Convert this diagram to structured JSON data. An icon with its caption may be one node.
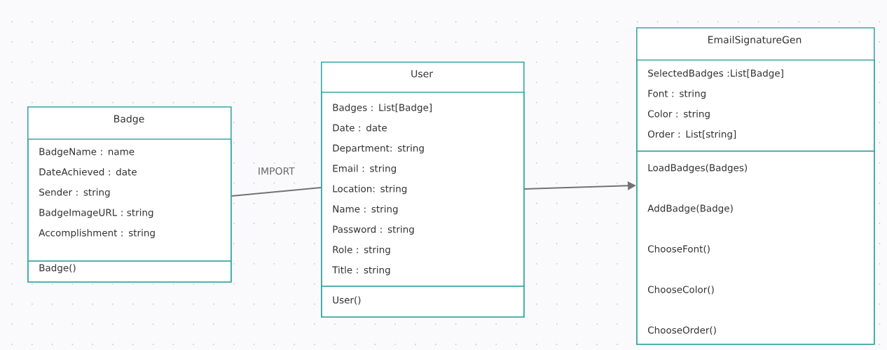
{
  "diagram": {
    "nodes": [
      {
        "text": [
          "Badge"
        ]
      },
      {
        "text": [
          "BadgeName : name",
          "DateAchieved : date",
          "Sender : string",
          "BadgeImageURL : string",
          "Accomplishment : string"
        ],
        "in": 0
      },
      {
        "text": [
          "Badge()"
        ],
        "in": 0
      },
      {
        "text": [
          "User"
        ]
      },
      {
        "text": [
          "Badges : List[Badge]",
          "Date : date",
          "Department: string",
          "Email : string",
          "Location: string",
          "Name : string",
          "Password : string",
          "Role : string",
          "Title : string"
        ],
        "in": 3
      },
      {
        "text": [
          "User()"
        ],
        "in": 3
      },
      {
        "text": [
          "EmailSignatureGen"
        ]
      },
      {
        "text": [
          "SelectedBadges :List[Badge]",
          "Font : string",
          "Color : string",
          "Order : List[string]"
        ],
        "in": 6
      },
      {
        "text": [
          "LoadBadges(Badges)",
          "AddBadge(Badge)",
          "ChooseFont()",
          "ChooseColor()",
          "ChooseOrder()"
        ],
        "in": 6
      }
    ],
    "edges": [
      {
        "from": 0,
        "to": 3,
        "arrow": "none",
        "label": "IMPORT"
      },
      {
        "from": 3,
        "to": 6,
        "arrow": "to"
      }
    ]
  }
}
